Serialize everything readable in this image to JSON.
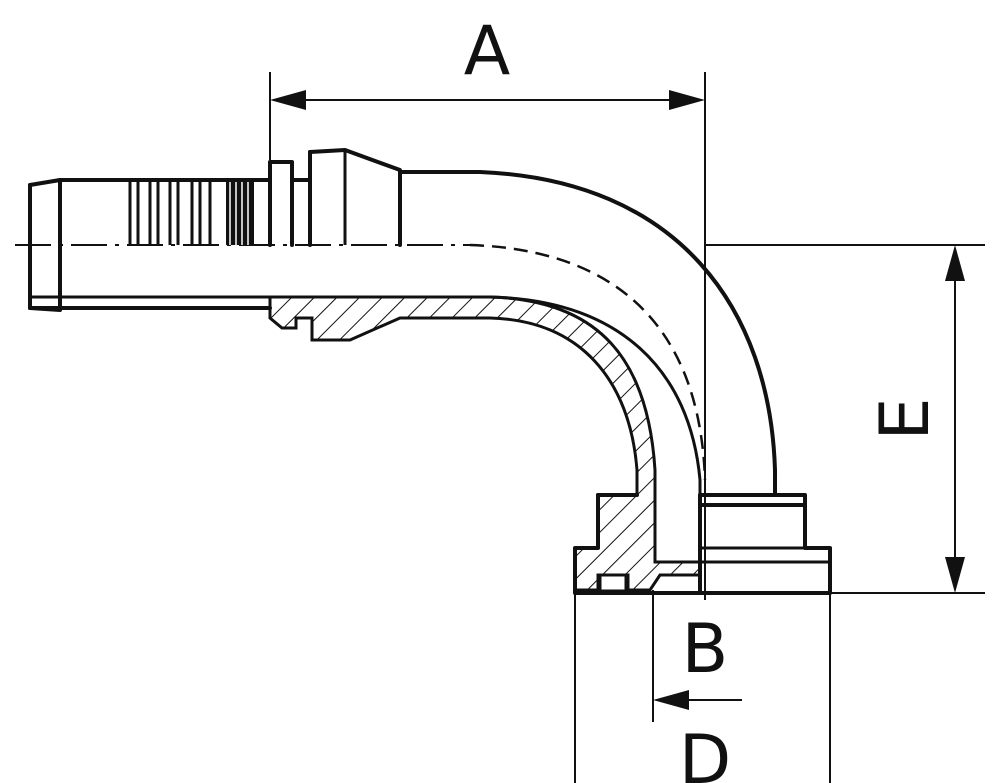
{
  "diagram": {
    "labels": {
      "a": "A",
      "b": "B",
      "d": "D",
      "e": "E"
    },
    "colors": {
      "line": "#111111",
      "background": "#ffffff"
    }
  }
}
